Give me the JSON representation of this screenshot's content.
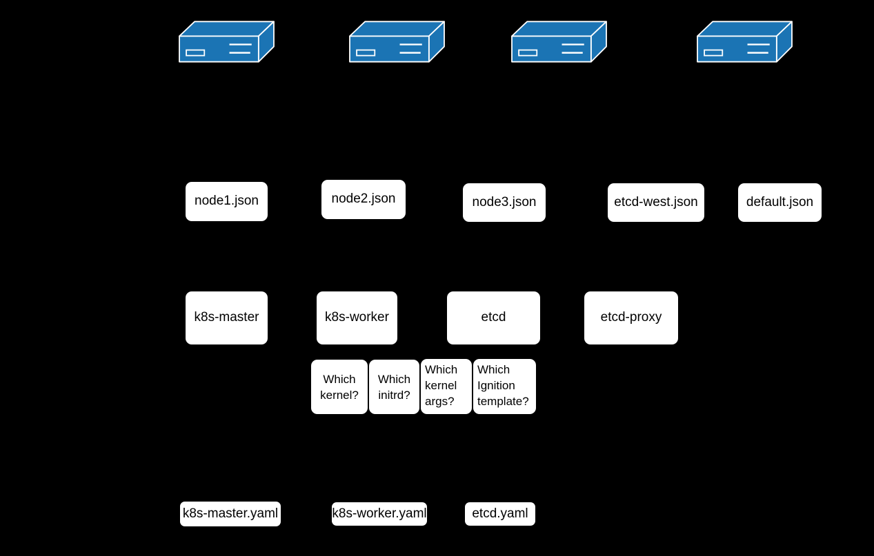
{
  "colors": {
    "background": "#000000",
    "server_blue": "#1b74b4",
    "server_outline": "#ffffff",
    "box_fill": "#ffffff",
    "box_text": "#000000"
  },
  "machines": {
    "icon": "server-3d-box",
    "count": 4
  },
  "groups": {
    "items": [
      {
        "label": "node1.json"
      },
      {
        "label": "node2.json"
      },
      {
        "label": "node3.json"
      },
      {
        "label": "etcd-west.json"
      },
      {
        "label": "default.json"
      }
    ]
  },
  "profiles": {
    "items": [
      {
        "label": "k8s-master"
      },
      {
        "label": "k8s-worker"
      },
      {
        "label": "etcd"
      },
      {
        "label": "etcd-proxy"
      }
    ]
  },
  "profile_questions": {
    "items": [
      {
        "label": "Which kernel?"
      },
      {
        "label": "Which initrd?"
      },
      {
        "label": "Which kernel args?"
      },
      {
        "label": "Which Ignition template?"
      }
    ]
  },
  "templates": {
    "items": [
      {
        "label": "k8s-master.yaml"
      },
      {
        "label": "k8s-worker.yaml"
      },
      {
        "label": "etcd.yaml"
      }
    ]
  }
}
